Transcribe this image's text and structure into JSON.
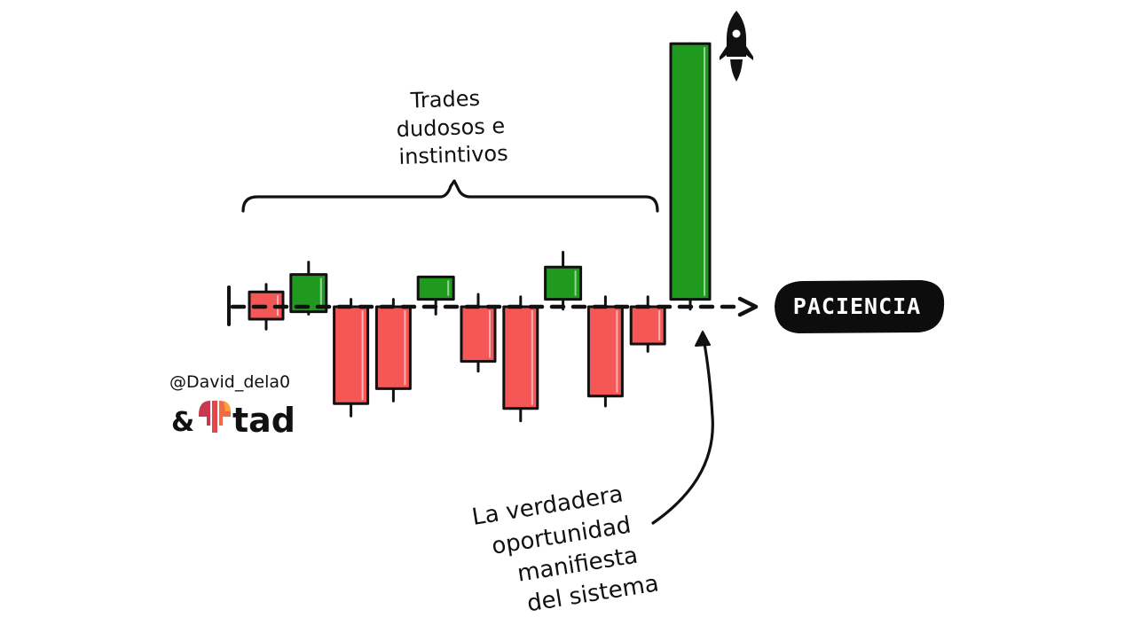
{
  "annotations": {
    "top_label_lines": [
      "Trades",
      "dudosos e",
      "instintivos"
    ],
    "bottom_label_lines": [
      "La verdadera",
      "oportunidad",
      "manifiesta",
      "del sistema"
    ],
    "pill_label": "PACIENCIA"
  },
  "branding": {
    "handle": "@David_dela0",
    "ampersand": "&",
    "brand_name": "tad",
    "rocket_icon": "rocket-icon",
    "logo_icon": "tad-logo-icon"
  },
  "colors": {
    "bull": "#1f9a1f",
    "bear": "#f55656",
    "ink": "#111111",
    "pill_bg": "#0d0d0d",
    "logo_a": "#c8394f",
    "logo_b": "#f26b45",
    "logo_c": "#f6a13a"
  },
  "candles": [
    {
      "dir": "down",
      "open": 0.6,
      "close": -0.5,
      "high": 0.9,
      "low": -0.9
    },
    {
      "dir": "up",
      "open": -0.2,
      "close": 1.3,
      "high": 1.8,
      "low": -0.3
    },
    {
      "dir": "down",
      "open": 0.0,
      "close": -3.9,
      "high": 0.3,
      "low": -4.4
    },
    {
      "dir": "down",
      "open": 0.0,
      "close": -3.3,
      "high": 0.3,
      "low": -3.8
    },
    {
      "dir": "up",
      "open": 0.3,
      "close": 1.2,
      "high": 1.2,
      "low": -0.3
    },
    {
      "dir": "down",
      "open": 0.0,
      "close": -2.2,
      "high": 0.5,
      "low": -2.6
    },
    {
      "dir": "down",
      "open": 0.0,
      "close": -4.1,
      "high": 0.4,
      "low": -4.6
    },
    {
      "dir": "up",
      "open": 0.3,
      "close": 1.6,
      "high": 2.2,
      "low": -0.1
    },
    {
      "dir": "down",
      "open": 0.0,
      "close": -3.6,
      "high": 0.4,
      "low": -4.0
    },
    {
      "dir": "down",
      "open": 0.0,
      "close": -1.5,
      "high": 0.4,
      "low": -1.8
    },
    {
      "dir": "up",
      "open": 0.3,
      "close": 10.6,
      "high": 10.6,
      "low": -0.1
    }
  ]
}
